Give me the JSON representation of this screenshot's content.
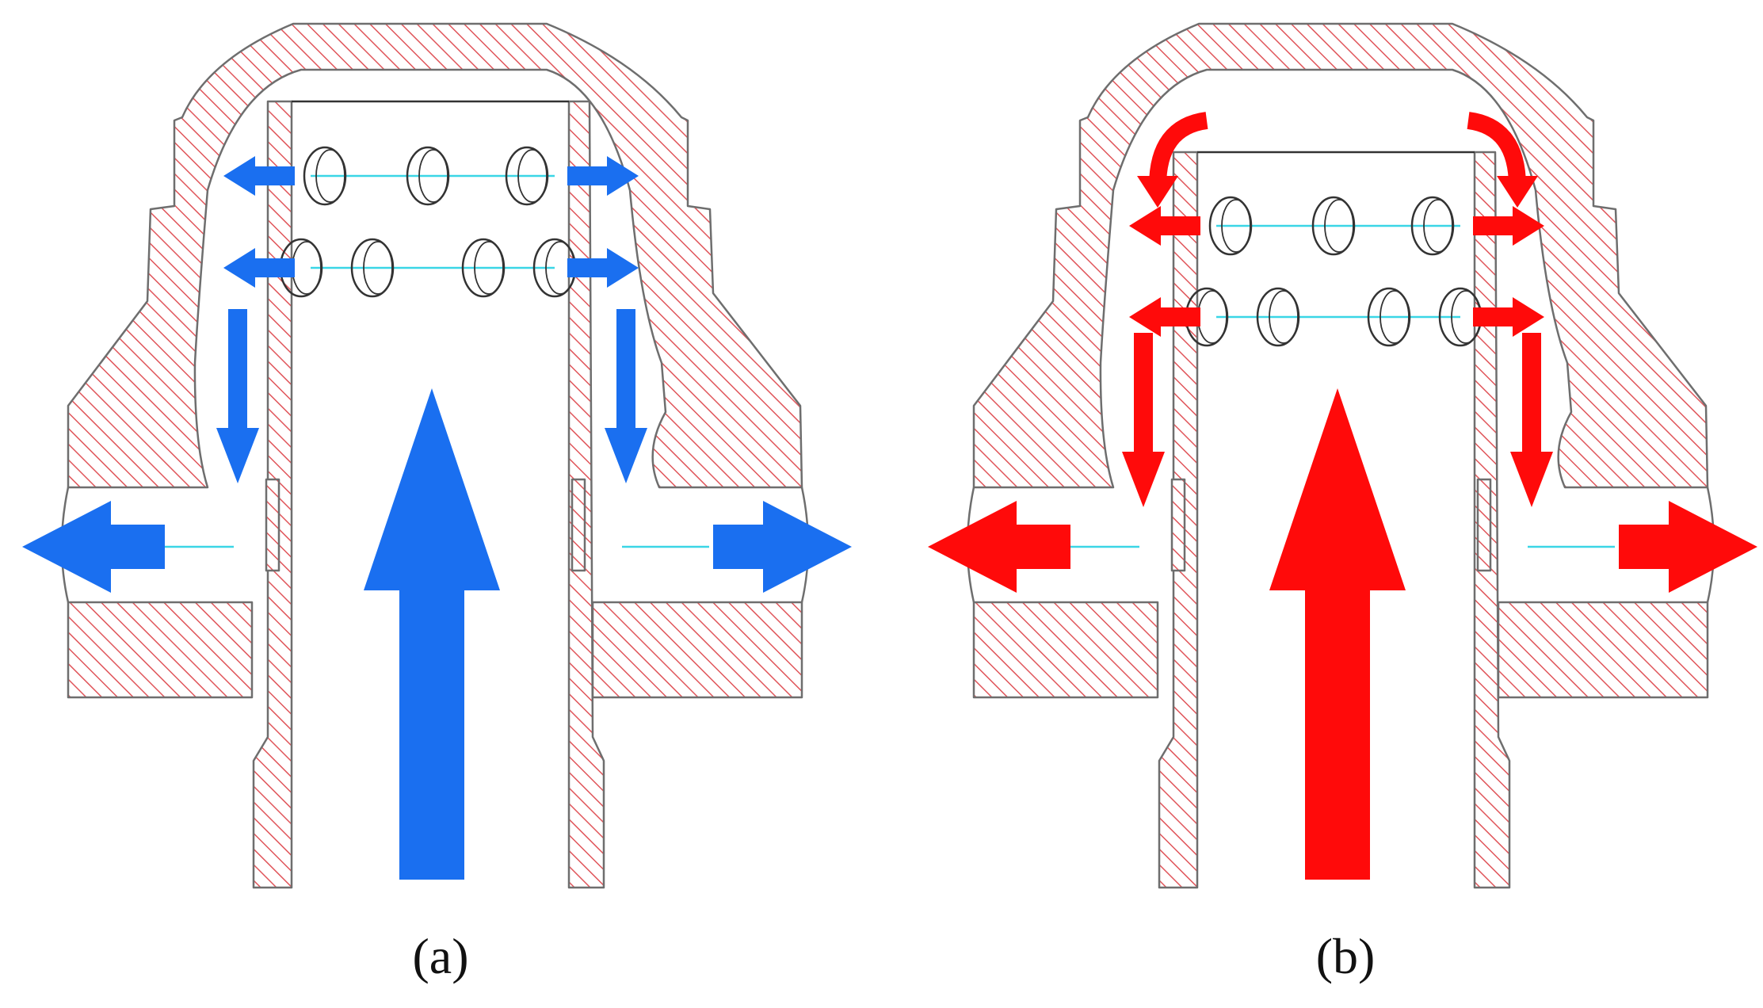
{
  "figure": {
    "panels": [
      {
        "id": "a",
        "caption": "(a)",
        "flow_color": "#1a6ff0"
      },
      {
        "id": "b",
        "caption": "(b)",
        "flow_color": "#ff0a0a"
      }
    ],
    "colors": {
      "hatch": "#e0555a",
      "outline": "#6e6e6e",
      "centerline": "#3ad6e6",
      "hole": "#333333"
    }
  }
}
